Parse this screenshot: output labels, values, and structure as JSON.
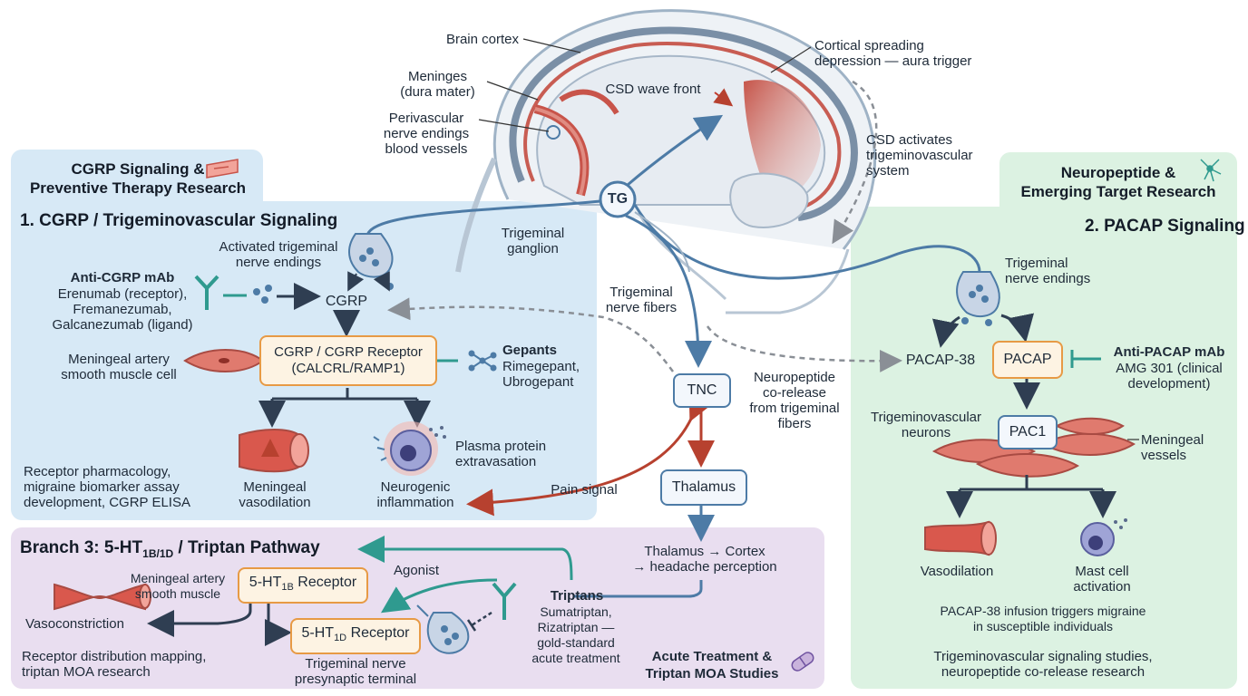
{
  "brain": {
    "cortex": "Brain cortex",
    "meninges": "Meninges\n(dura mater)",
    "perivascular": "Perivascular\nnerve endings\nblood vessels",
    "csd_label": "Cortical spreading\ndepression — aura trigger",
    "csd_wave": "CSD wave front",
    "csd_activates": "CSD activates\ntrigeminovascular\nsystem",
    "tg_node": "TG",
    "tg_label": "Trigeminal\nganglion",
    "fibers": "Trigeminal\nnerve fibers",
    "tnc": "TNC",
    "neuropeptide": "Neuropeptide\nco-release\nfrom trigeminal\nfibers",
    "thalamus": "Thalamus",
    "perception": "Thalamus → Cortex\n→ headache perception",
    "pain_signal": "Pain signal"
  },
  "cgrp": {
    "tab_title": "CGRP Signaling &\nPreventive Therapy Research",
    "section": "1. CGRP / Trigeminovascular Signaling",
    "endings": "Activated trigeminal\nnerve endings",
    "cgrp": "CGRP",
    "mab_title": "Anti-CGRP mAb",
    "mab_drugs": "Erenumab (receptor),\nFremanezumab,\nGalcanezumab (ligand)",
    "smooth_muscle": "Meningeal artery\nsmooth muscle cell",
    "receptor": "CGRP / CGRP Receptor\n(CALCRL/RAMP1)",
    "gepants_title": "Gepants",
    "gepants_drugs": "Rimegepant,\nUbrogepant",
    "vasodilation": "Meningeal\nvasodilation",
    "inflammation": "Neurogenic\ninflammation",
    "plasma": "Plasma protein\nextravasation",
    "research": "Receptor pharmacology,\nmigraine biomarker assay\ndevelopment, CGRP ELISA"
  },
  "pacap": {
    "tab_title": "Neuropeptide &\nEmerging Target Research",
    "section": "2. PACAP Signaling",
    "endings": "Trigeminal\nnerve endings",
    "pacap38": "PACAP-38",
    "pacap": "PACAP",
    "mab_title": "Anti-PACAP mAb",
    "mab_drugs": "AMG 301 (clinical\ndevelopment)",
    "neurons": "Trigeminovascular\nneurons",
    "pac1": "PAC1",
    "vessels": "Meningeal\nvessels",
    "vasodilation": "Vasodilation",
    "mast": "Mast cell\nactivation",
    "infusion": "PACAP-38 infusion triggers migraine\nin susceptible individuals",
    "research": "Trigeminovascular signaling studies,\nneuropeptide co-release research"
  },
  "triptan": {
    "section_prefix": "Branch 3: 5-HT",
    "section_sub": "1B/1D",
    "section_suffix": " / Triptan Pathway",
    "smooth_muscle": "Meningeal artery\nsmooth muscle",
    "r1b_prefix": "5-HT",
    "r1b_sub": "1B",
    "r1b_suffix": " Receptor",
    "r1d_prefix": "5-HT",
    "r1d_sub": "1D",
    "r1d_suffix": " Receptor",
    "agonist": "Agonist",
    "vasoconstriction": "Vasoconstriction",
    "terminal": "Trigeminal nerve\npresynaptic terminal",
    "triptans_title": "Triptans",
    "triptans_drugs": "Sumatriptan,\nRizatriptan —\ngold-standard\nacute treatment",
    "research": "Receptor distribution mapping,\ntriptan MOA research",
    "badge": "Acute Treatment &\nTriptan MOA Studies"
  },
  "colors": {
    "cgrp_panel": "#d7e9f6",
    "pacap_panel": "#dcf2e2",
    "triptan_panel": "#e9def0",
    "receptor_border": "#e79a45",
    "node_border": "#4d7ba6",
    "pain_arrow": "#b7412f",
    "inhibitor": "#2f9a8f"
  }
}
